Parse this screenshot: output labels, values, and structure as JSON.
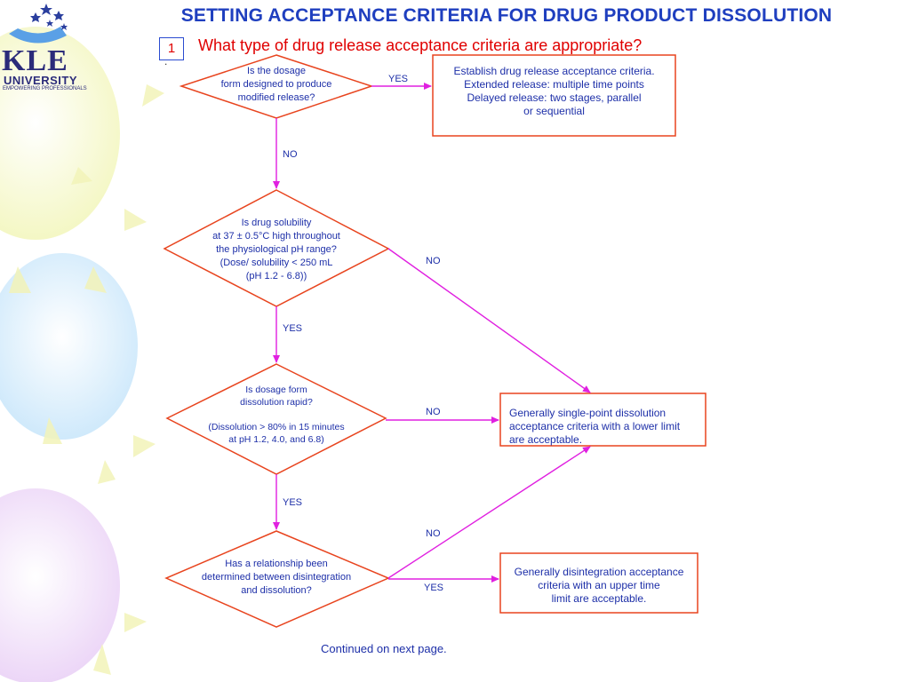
{
  "title": "SETTING ACCEPTANCE CRITERIA FOR DRUG PRODUCT DISSOLUTION",
  "step_number": "1",
  "step_dot": ".",
  "question": "What type of drug release acceptance criteria are appropriate?",
  "logo": {
    "name": "KLE",
    "subtitle": "UNIVERSITY",
    "tagline": "EMPOWERING PROFESSIONALS"
  },
  "decisions": [
    {
      "lines": [
        "Is the dosage",
        "form designed to produce",
        "modified release?"
      ]
    },
    {
      "lines": [
        "Is drug solubility",
        "at 37 ± 0.5°C high throughout",
        "the physiological pH range?",
        "(Dose/ solubility < 250 mL",
        "(pH 1.2 - 6.8))"
      ]
    },
    {
      "lines": [
        "Is dosage form",
        "dissolution rapid?",
        "",
        "(Dissolution > 80% in 15 minutes",
        "at pH 1.2, 4.0, and 6.8)"
      ]
    },
    {
      "lines": [
        "Has a relationship been",
        "determined between disintegration",
        "and dissolution?"
      ]
    }
  ],
  "outcomes": [
    {
      "lines": [
        "Establish drug release acceptance criteria.",
        "Extended release: multiple time points",
        "Delayed release: two stages, parallel",
        "or sequential"
      ]
    },
    {
      "lines": [
        "Generally single-point dissolution",
        "acceptance criteria with a lower limit",
        "are acceptable."
      ]
    },
    {
      "lines": [
        "Generally disintegration acceptance",
        "criteria with an upper time",
        "limit are acceptable."
      ]
    }
  ],
  "edge_labels": {
    "d1_yes": "YES",
    "d1_no": "NO",
    "d2_no": "NO",
    "d2_yes": "YES",
    "d3_no": "NO",
    "d3_yes": "YES",
    "d4_no": "NO",
    "d4_yes": "YES"
  },
  "footer": "Continued on next page.",
  "colors": {
    "title": "#1f3fbf",
    "question": "#e00000",
    "shape_stroke": "#e8441e",
    "arrow": "#e020e0",
    "text": "#1d2fa8"
  }
}
